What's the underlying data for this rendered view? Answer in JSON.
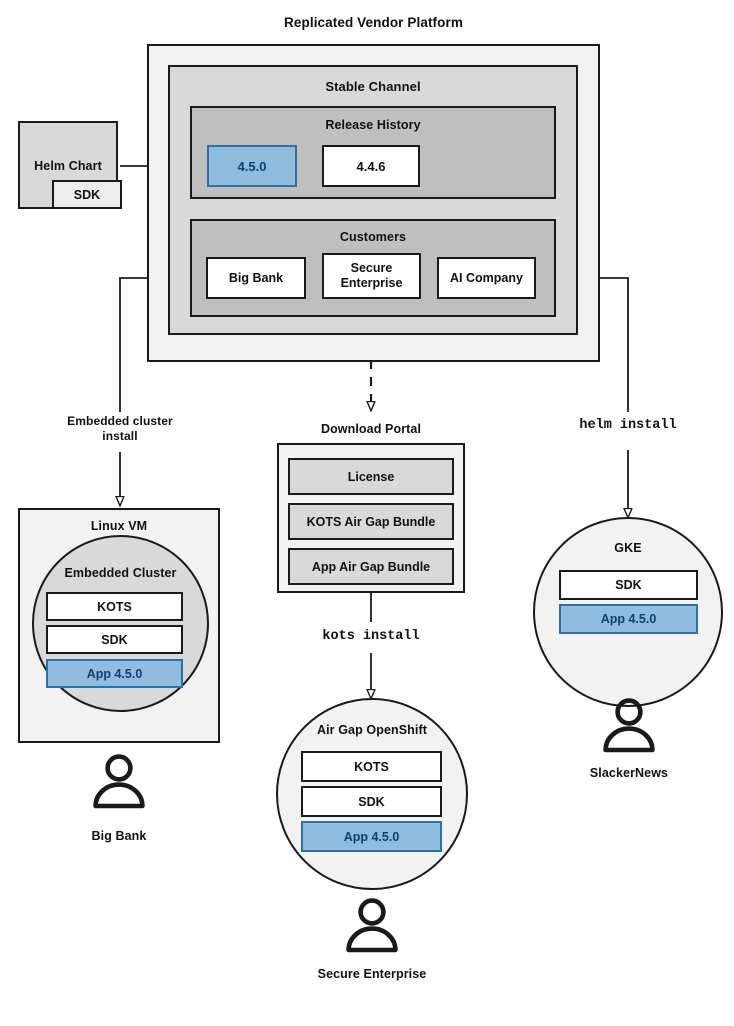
{
  "diagram": {
    "title": "Replicated Vendor Platform",
    "platform": {
      "channel_title": "Stable Channel",
      "release_history": {
        "title": "Release History",
        "releases": [
          {
            "version": "4.5.0",
            "highlighted": true
          },
          {
            "version": "4.4.6",
            "highlighted": false
          }
        ]
      },
      "customers": {
        "title": "Customers",
        "items": [
          {
            "name": "Big Bank"
          },
          {
            "name": "Secure Enterprise"
          },
          {
            "name": "AI Company"
          }
        ]
      }
    },
    "helm_chart": {
      "title": "Helm Chart",
      "sdk_label": "SDK"
    },
    "edges": [
      {
        "label": "Embedded cluster install",
        "style": "solid"
      },
      {
        "label": "Download Portal",
        "style": "dashed"
      },
      {
        "label": "helm install",
        "style": "solid",
        "mono": true
      },
      {
        "label": "kots install",
        "style": "solid",
        "mono": true
      }
    ],
    "download_portal": {
      "title": "Download Portal",
      "items": [
        "License",
        "KOTS Air Gap Bundle",
        "App Air Gap Bundle"
      ]
    },
    "targets": [
      {
        "id": "linux-vm",
        "title": "Linux VM",
        "inner_title": "Embedded Cluster",
        "components": [
          {
            "label": "KOTS",
            "highlighted": false
          },
          {
            "label": "SDK",
            "highlighted": false
          },
          {
            "label": "App 4.5.0",
            "highlighted": true
          }
        ],
        "customer": "Big Bank"
      },
      {
        "id": "air-gap-openshift",
        "title": "Air Gap OpenShift",
        "components": [
          {
            "label": "KOTS",
            "highlighted": false
          },
          {
            "label": "SDK",
            "highlighted": false
          },
          {
            "label": "App 4.5.0",
            "highlighted": true
          }
        ],
        "customer": "Secure Enterprise"
      },
      {
        "id": "gke",
        "title": "GKE",
        "components": [
          {
            "label": "SDK",
            "highlighted": false
          },
          {
            "label": "App 4.5.0",
            "highlighted": true
          }
        ],
        "customer": "SlackerNews"
      }
    ],
    "colors": {
      "stroke": "#1a1a1a",
      "highlight_fill": "#8fbcdf",
      "highlight_border": "#2f6fa8",
      "highlight_text": "#10416b",
      "layer1": "#f2f2f2",
      "layer2": "#d9d9d9",
      "layer3": "#bfbfbf",
      "background": "#ffffff"
    }
  }
}
